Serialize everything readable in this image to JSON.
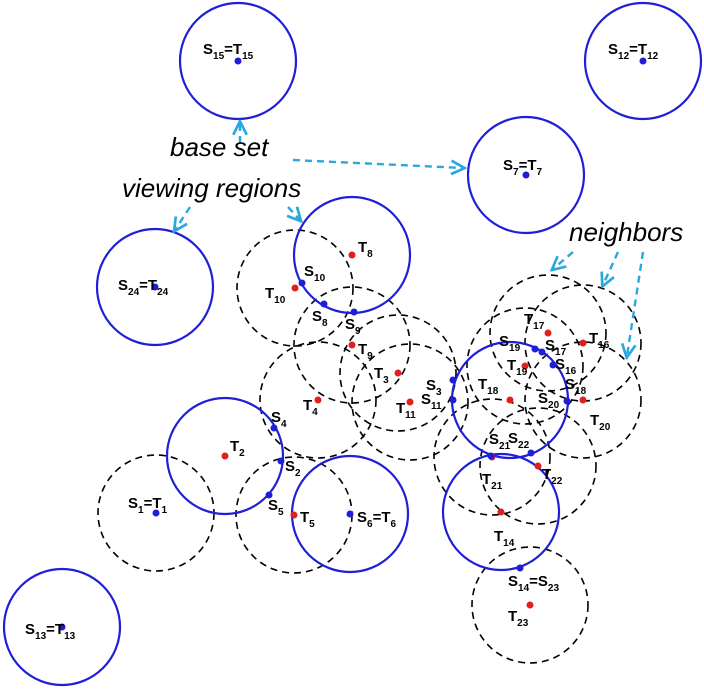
{
  "colors": {
    "base_circle": "#1f1fd6",
    "dashed_circle": "#000000",
    "s_point": "#1f1fd6",
    "t_point": "#e0201e",
    "arrow": "#29a8e0"
  },
  "annotations": {
    "base_set": "base set",
    "viewing_regions": "viewing regions",
    "neighbors": "neighbors"
  },
  "labels": {
    "l15": {
      "a": "S",
      "as": "15",
      "eq": "=",
      "b": "T",
      "bs": "15"
    },
    "l12": {
      "a": "S",
      "as": "12",
      "eq": "=",
      "b": "T",
      "bs": "12"
    },
    "l7": {
      "a": "S",
      "as": "7",
      "eq": "=",
      "b": "T",
      "bs": "7"
    },
    "l24": {
      "a": "S",
      "as": "24",
      "eq": "=",
      "b": "T",
      "bs": "24"
    },
    "l1": {
      "a": "S",
      "as": "1",
      "eq": "=",
      "b": "T",
      "bs": "1"
    },
    "l6": {
      "a": "S",
      "as": "6",
      "eq": "=",
      "b": "T",
      "bs": "6"
    },
    "l13": {
      "a": "S",
      "as": "13",
      "eq": "=",
      "b": "T",
      "bs": "13"
    },
    "l14": {
      "a": "S",
      "as": "14",
      "eq": "=",
      "b": "S",
      "bs": "23"
    },
    "t8": {
      "a": "T",
      "as": "8"
    },
    "s10": {
      "a": "S",
      "as": "10"
    },
    "t10": {
      "a": "T",
      "as": "10"
    },
    "s8": {
      "a": "S",
      "as": "8"
    },
    "s9": {
      "a": "S",
      "as": "9"
    },
    "t9": {
      "a": "T",
      "as": "9"
    },
    "t3": {
      "a": "T",
      "as": "3"
    },
    "s3": {
      "a": "S",
      "as": "3"
    },
    "s11": {
      "a": "S",
      "as": "11"
    },
    "t11": {
      "a": "T",
      "as": "11"
    },
    "t4": {
      "a": "T",
      "as": "4"
    },
    "s4": {
      "a": "S",
      "as": "4"
    },
    "t2": {
      "a": "T",
      "as": "2"
    },
    "s2": {
      "a": "S",
      "as": "2"
    },
    "s5": {
      "a": "S",
      "as": "5"
    },
    "t5": {
      "a": "T",
      "as": "5"
    },
    "t17": {
      "a": "T",
      "as": "17"
    },
    "t16": {
      "a": "T",
      "as": "16"
    },
    "s19": {
      "a": "S",
      "as": "19"
    },
    "s17": {
      "a": "S",
      "as": "17"
    },
    "s16": {
      "a": "S",
      "as": "16"
    },
    "t19": {
      "a": "T",
      "as": "19"
    },
    "s18": {
      "a": "S",
      "as": "18"
    },
    "t18": {
      "a": "T",
      "as": "18"
    },
    "s20": {
      "a": "S",
      "as": "20"
    },
    "t20": {
      "a": "T",
      "as": "20"
    },
    "s22": {
      "a": "S",
      "as": "22"
    },
    "s21": {
      "a": "S",
      "as": "21"
    },
    "t21": {
      "a": "T",
      "as": "21"
    },
    "t22": {
      "a": "T",
      "as": "22"
    },
    "t14": {
      "a": "T",
      "as": "14"
    },
    "t23": {
      "a": "T",
      "as": "23"
    }
  }
}
